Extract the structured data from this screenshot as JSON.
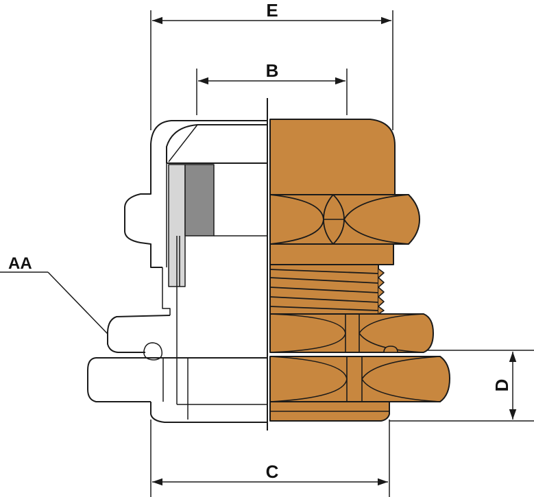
{
  "labels": {
    "e": "E",
    "b": "B",
    "c": "C",
    "d": "D",
    "aa": "AA"
  },
  "colors": {
    "brass": "#C8873F",
    "outline": "#1a1a1a",
    "light_gray": "#d6d6d6",
    "dark_gray": "#8a8a8a",
    "background": "#ffffff"
  }
}
